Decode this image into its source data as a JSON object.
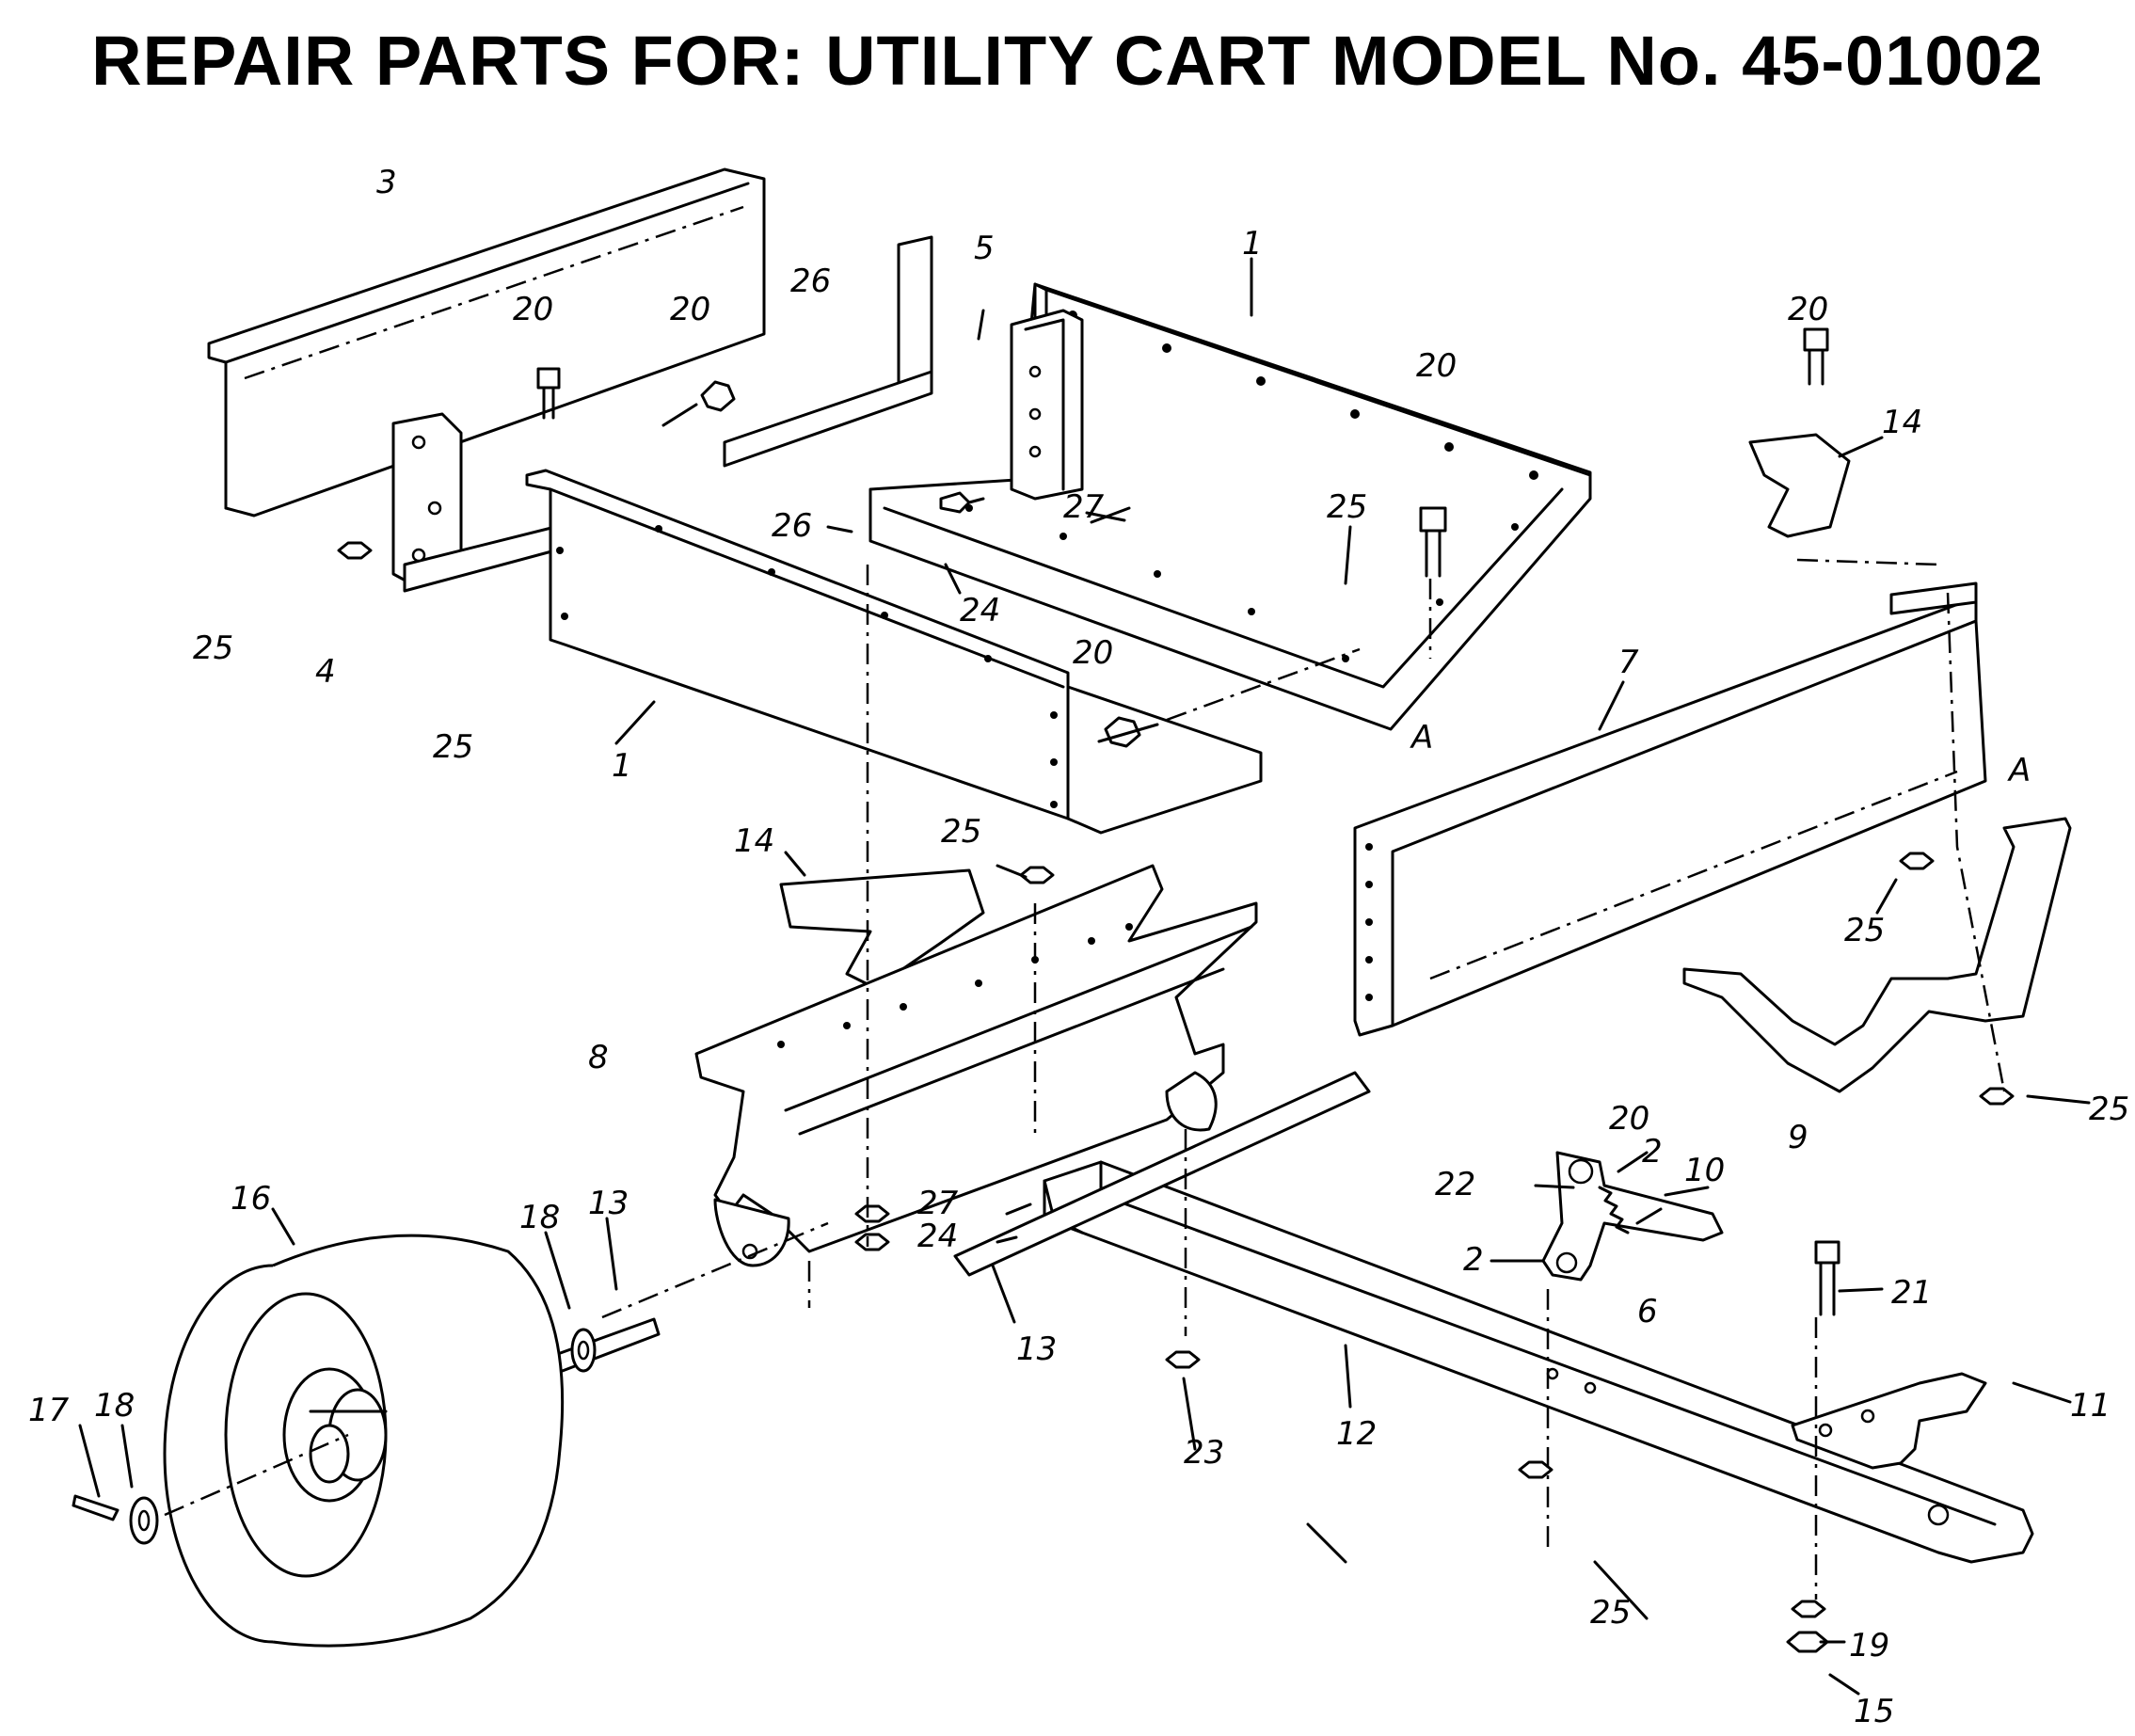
{
  "title": "REPAIR PARTS FOR: UTILITY CART MODEL No. 45-01002",
  "callouts": [
    "1",
    "1",
    "2",
    "2",
    "3",
    "4",
    "5",
    "6",
    "7",
    "8",
    "9",
    "10",
    "11",
    "12",
    "13",
    "13",
    "14",
    "14",
    "15",
    "16",
    "17",
    "18",
    "18",
    "19",
    "20",
    "20",
    "20",
    "20",
    "20",
    "20",
    "21",
    "22",
    "23",
    "24",
    "24",
    "25",
    "25",
    "25",
    "25",
    "25",
    "25",
    "25",
    "26",
    "26",
    "27",
    "27",
    "A",
    "A"
  ]
}
